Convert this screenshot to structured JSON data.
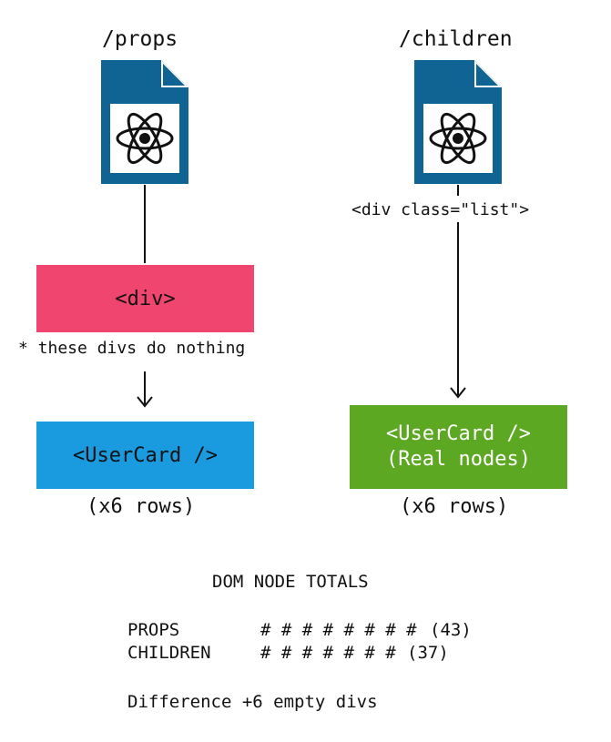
{
  "left": {
    "title": "/props",
    "box1_label": "<div>",
    "note": "* these divs do nothing",
    "box2_label": "<UserCard />",
    "rows": "(x6 rows)"
  },
  "right": {
    "title": "/children",
    "container_label": "<div class=\"list\">",
    "box_line1": "<UserCard />",
    "box_line2": "(Real nodes)",
    "rows": "(x6 rows)"
  },
  "totals": {
    "heading": "DOM NODE TOTALS",
    "rows": [
      {
        "label": "PROPS",
        "bar": "# # # # # # # #",
        "count": "(43)"
      },
      {
        "label": "CHILDREN",
        "bar": "# # # # # # #",
        "count": "(37)"
      }
    ],
    "difference": "Difference +6 empty divs"
  },
  "colors": {
    "file_icon": "#0f6494",
    "div_box": "#f0456e",
    "usercard_box": "#1a9be0",
    "real_nodes_box": "#5ca822"
  },
  "icons": [
    "react-logo-icon",
    "react-logo-icon"
  ]
}
